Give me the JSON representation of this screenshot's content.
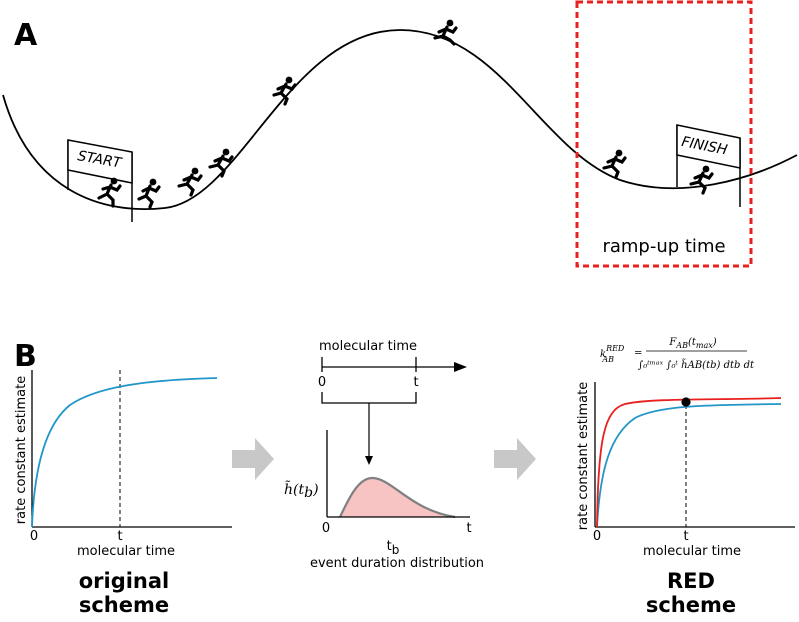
{
  "panel_a": {
    "label": "A",
    "start_sign": "START",
    "finish_sign": "FINISH",
    "ramp_label": "ramp-up time",
    "colors": {
      "ramp_box": "#e8201e",
      "curve": "#000000"
    }
  },
  "panel_b": {
    "label": "B",
    "arrow_color": "#c8c8c8",
    "left_plot": {
      "ylabel": "rate constant estimate",
      "xlabel": "molecular time",
      "tick_zero": "0",
      "tick_t": "t",
      "caption_line1": "original",
      "caption_line2": "scheme",
      "curve_color": "#2196c8"
    },
    "middle": {
      "timeline_label": "molecular time",
      "tick_zero": "0",
      "tick_t": "t",
      "dist_ylabel": "h̃(t",
      "dist_ylabel_sub": "b",
      "dist_ylabel_close": ")",
      "dist_xlabel": "t",
      "dist_xlabel_sub": "b",
      "caption": "event duration distribution",
      "axis_zero": "0",
      "axis_t": "t",
      "fill_color": "#f7c3c3",
      "line_color": "#808080"
    },
    "right_plot": {
      "formula_lhs": "k",
      "formula_lhs_sub": "AB",
      "formula_lhs_sup": "RED",
      "formula_num": "F",
      "formula_num_sub": "AB",
      "formula_num_arg": "(t",
      "formula_num_arg_sub": "max",
      "formula_num_arg_close": ")",
      "formula_den": "∫₀ᵗᵐᵃˣ ∫₀ᵗ h̃AB(tb) dtb dt",
      "ylabel": "rate constant estimate",
      "xlabel": "molecular time",
      "tick_zero": "0",
      "tick_t": "t",
      "caption_line1": "RED",
      "caption_line2": "scheme",
      "red_color": "#e8201e",
      "blue_color": "#2196c8"
    }
  }
}
